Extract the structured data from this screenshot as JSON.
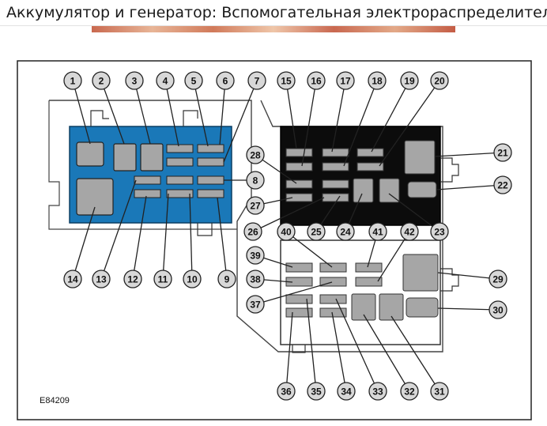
{
  "header": {
    "title": "Аккумулятор и генератор: Вспомогательная электрораспределитель"
  },
  "diagram": {
    "figure_code": "E84209",
    "colors": {
      "blue_box": "#1a78b8",
      "black_box": "#0c0c0c",
      "callout_fill": "#d8d8d8",
      "fuse": "#a6a6a6"
    },
    "callouts": [
      "1",
      "2",
      "3",
      "4",
      "5",
      "6",
      "7",
      "8",
      "9",
      "10",
      "11",
      "12",
      "13",
      "14",
      "15",
      "16",
      "17",
      "18",
      "19",
      "20",
      "21",
      "22",
      "23",
      "24",
      "25",
      "26",
      "27",
      "28",
      "29",
      "30",
      "31",
      "32",
      "33",
      "34",
      "35",
      "36",
      "37",
      "38",
      "39",
      "40",
      "41",
      "42"
    ]
  }
}
